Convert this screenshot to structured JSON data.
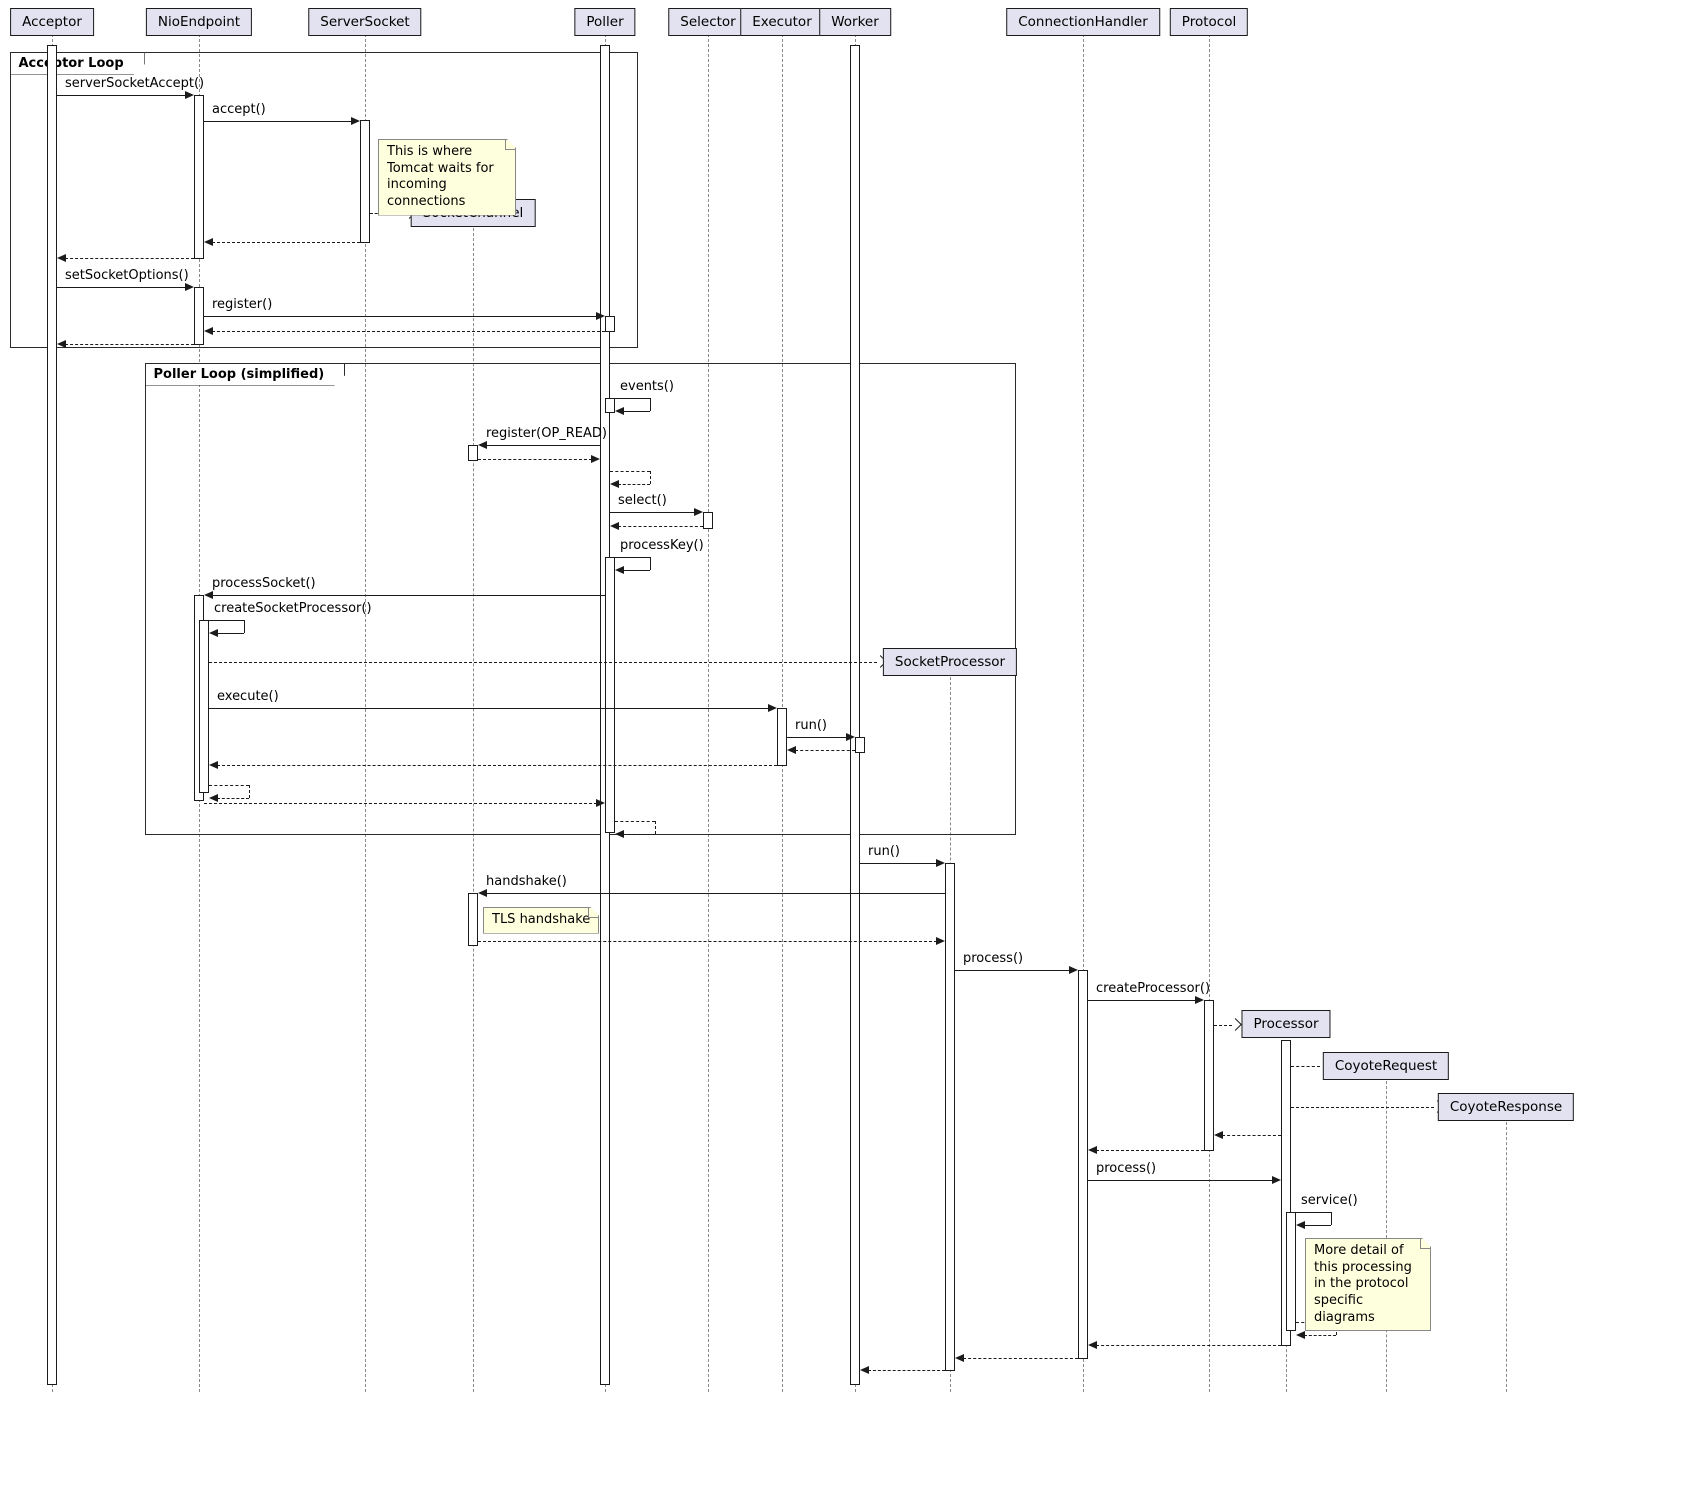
{
  "participants": [
    {
      "label": "Acceptor"
    },
    {
      "label": "NioEndpoint"
    },
    {
      "label": "ServerSocket"
    },
    {
      "label": "Poller"
    },
    {
      "label": "Selector"
    },
    {
      "label": "Executor"
    },
    {
      "label": "Worker"
    },
    {
      "label": "ConnectionHandler"
    },
    {
      "label": "Protocol"
    }
  ],
  "created_participants": [
    {
      "label": "SocketChannel"
    },
    {
      "label": "SocketProcessor"
    },
    {
      "label": "Processor"
    },
    {
      "label": "CoyoteRequest"
    },
    {
      "label": "CoyoteResponse"
    }
  ],
  "frames": [
    {
      "label": "Acceptor Loop"
    },
    {
      "label": "Poller Loop (simplified)"
    }
  ],
  "notes": [
    {
      "text": "This is where Tomcat waits for incoming connections"
    },
    {
      "text": "TLS handshake"
    },
    {
      "text": "More detail of this processing in the protocol specific diagrams"
    }
  ],
  "messages": [
    {
      "label": "serverSocketAccept()",
      "from": "Acceptor",
      "to": "NioEndpoint",
      "type": "call"
    },
    {
      "label": "accept()",
      "from": "NioEndpoint",
      "to": "ServerSocket",
      "type": "call"
    },
    {
      "label": "",
      "from": "ServerSocket",
      "to": "SocketChannel",
      "type": "create"
    },
    {
      "label": "",
      "from": "ServerSocket",
      "to": "NioEndpoint",
      "type": "return"
    },
    {
      "label": "",
      "from": "NioEndpoint",
      "to": "Acceptor",
      "type": "return"
    },
    {
      "label": "setSocketOptions()",
      "from": "Acceptor",
      "to": "NioEndpoint",
      "type": "call"
    },
    {
      "label": "register()",
      "from": "NioEndpoint",
      "to": "Poller",
      "type": "call"
    },
    {
      "label": "",
      "from": "Poller",
      "to": "NioEndpoint",
      "type": "return"
    },
    {
      "label": "",
      "from": "NioEndpoint",
      "to": "Acceptor",
      "type": "return"
    },
    {
      "label": "events()",
      "from": "Poller",
      "to": "Poller",
      "type": "self"
    },
    {
      "label": "register(OP_READ)",
      "from": "Poller",
      "to": "SocketChannel",
      "type": "call"
    },
    {
      "label": "",
      "from": "SocketChannel",
      "to": "Poller",
      "type": "return"
    },
    {
      "label": "",
      "from": "Poller",
      "to": "Poller",
      "type": "self-return"
    },
    {
      "label": "select()",
      "from": "Poller",
      "to": "Selector",
      "type": "call"
    },
    {
      "label": "",
      "from": "Selector",
      "to": "Poller",
      "type": "return"
    },
    {
      "label": "processKey()",
      "from": "Poller",
      "to": "Poller",
      "type": "self"
    },
    {
      "label": "processSocket()",
      "from": "Poller",
      "to": "NioEndpoint",
      "type": "call"
    },
    {
      "label": "createSocketProcessor()",
      "from": "NioEndpoint",
      "to": "NioEndpoint",
      "type": "self"
    },
    {
      "label": "",
      "from": "NioEndpoint",
      "to": "SocketProcessor",
      "type": "create"
    },
    {
      "label": "execute()",
      "from": "NioEndpoint",
      "to": "Executor",
      "type": "call"
    },
    {
      "label": "run()",
      "from": "Executor",
      "to": "Worker",
      "type": "call"
    },
    {
      "label": "",
      "from": "Worker",
      "to": "Executor",
      "type": "return"
    },
    {
      "label": "",
      "from": "Executor",
      "to": "NioEndpoint",
      "type": "return"
    },
    {
      "label": "",
      "from": "NioEndpoint",
      "to": "NioEndpoint",
      "type": "self-return"
    },
    {
      "label": "",
      "from": "NioEndpoint",
      "to": "Poller",
      "type": "return"
    },
    {
      "label": "",
      "from": "Poller",
      "to": "Poller",
      "type": "self-return"
    },
    {
      "label": "run()",
      "from": "Worker",
      "to": "SocketProcessor",
      "type": "call"
    },
    {
      "label": "handshake()",
      "from": "SocketProcessor",
      "to": "SocketChannel",
      "type": "call"
    },
    {
      "label": "",
      "from": "SocketChannel",
      "to": "SocketProcessor",
      "type": "return"
    },
    {
      "label": "process()",
      "from": "SocketProcessor",
      "to": "ConnectionHandler",
      "type": "call"
    },
    {
      "label": "createProcessor()",
      "from": "ConnectionHandler",
      "to": "Protocol",
      "type": "call"
    },
    {
      "label": "",
      "from": "Protocol",
      "to": "Processor",
      "type": "create"
    },
    {
      "label": "",
      "from": "Processor",
      "to": "CoyoteRequest",
      "type": "create"
    },
    {
      "label": "",
      "from": "Processor",
      "to": "CoyoteResponse",
      "type": "create"
    },
    {
      "label": "",
      "from": "Processor",
      "to": "Protocol",
      "type": "return"
    },
    {
      "label": "",
      "from": "Protocol",
      "to": "ConnectionHandler",
      "type": "return"
    },
    {
      "label": "process()",
      "from": "ConnectionHandler",
      "to": "Processor",
      "type": "call"
    },
    {
      "label": "service()",
      "from": "Processor",
      "to": "Processor",
      "type": "self"
    },
    {
      "label": "",
      "from": "Processor",
      "to": "Processor",
      "type": "self-return"
    },
    {
      "label": "",
      "from": "Processor",
      "to": "ConnectionHandler",
      "type": "return"
    },
    {
      "label": "",
      "from": "ConnectionHandler",
      "to": "SocketProcessor",
      "type": "return"
    },
    {
      "label": "",
      "from": "SocketProcessor",
      "to": "Worker",
      "type": "return"
    }
  ],
  "colors": {
    "participant_fill": "#E2E2F0",
    "note_fill": "#FEFFDD",
    "line": "#1b1b1b",
    "lifeline": "#8a8a8a",
    "background": "#FFFFFF"
  }
}
